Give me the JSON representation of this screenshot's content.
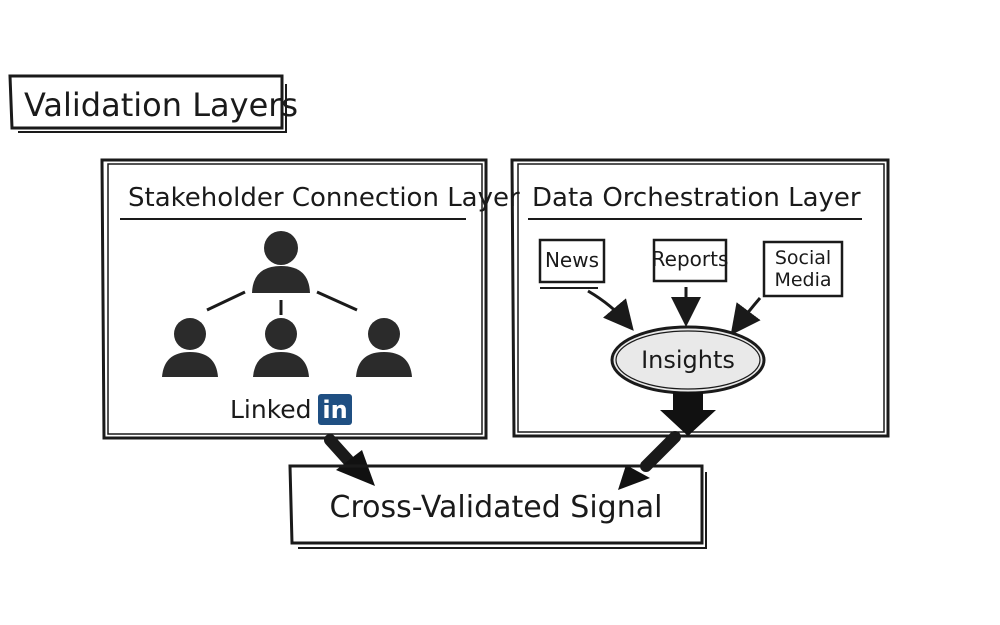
{
  "title": "Validation Layers",
  "left_panel": {
    "title": "Stakeholder Connection Layer",
    "brand_text": "Linked",
    "brand_badge": "in",
    "brand_color": "#1f4f82"
  },
  "right_panel": {
    "title": "Data Orchestration Layer",
    "sources": [
      {
        "label_lines": [
          "News"
        ]
      },
      {
        "label_lines": [
          "Reports"
        ]
      },
      {
        "label_lines": [
          "Social",
          "Media"
        ]
      }
    ],
    "hub_label": "Insights"
  },
  "output": {
    "label": "Cross-Validated Signal"
  },
  "icons": [
    "person-icon",
    "linkedin-logo-icon",
    "arrow-icon"
  ]
}
